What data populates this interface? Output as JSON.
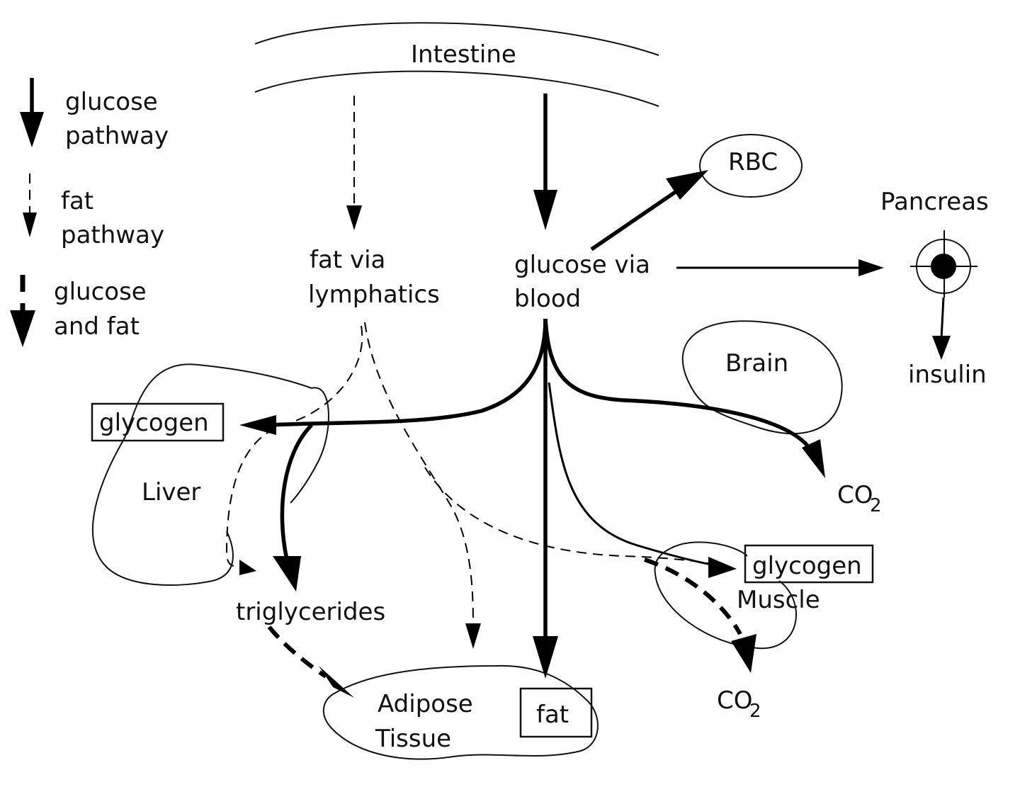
{
  "legend": {
    "glucose": [
      "glucose",
      "pathway"
    ],
    "fat": [
      "fat",
      "pathway"
    ],
    "both": [
      "glucose",
      "and fat"
    ]
  },
  "nodes": {
    "intestine": "Intestine",
    "fat_lymph": [
      "fat  via",
      "lymphatics"
    ],
    "glucose_blood": [
      "glucose  via",
      "blood"
    ],
    "rbc": "RBC",
    "pancreas": "Pancreas",
    "insulin": "insulin",
    "brain": "Brain",
    "co2": "CO",
    "co2_sub": "2",
    "liver": "Liver",
    "liver_glycogen": "glycogen",
    "triglycerides": "triglycerides",
    "adipose": [
      "Adipose",
      "Tissue"
    ],
    "adipose_fat": "fat",
    "muscle": "Muscle",
    "muscle_glycogen": "glycogen"
  }
}
